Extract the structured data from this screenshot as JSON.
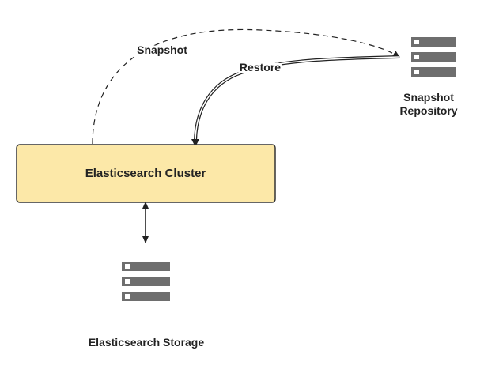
{
  "nodes": {
    "cluster": {
      "label": "Elasticsearch Cluster"
    },
    "repository": {
      "label_line1": "Snapshot",
      "label_line2": "Repository"
    },
    "storage": {
      "label": "Elasticsearch Storage"
    }
  },
  "edges": {
    "snapshot": {
      "label": "Snapshot",
      "from": "cluster",
      "to": "repository",
      "style": "dashed"
    },
    "restore": {
      "label": "Restore",
      "from": "repository",
      "to": "cluster",
      "style": "double"
    },
    "io": {
      "from": "cluster",
      "to": "storage",
      "style": "bidirectional"
    }
  },
  "colors": {
    "cluster_fill": "#FCE8A8",
    "cluster_stroke": "#333333",
    "server": "#6E6E6E",
    "server_light": "#FFFFFF",
    "line": "#222222"
  },
  "icons": {
    "repository": "server-stack-icon",
    "storage": "server-stack-icon"
  }
}
